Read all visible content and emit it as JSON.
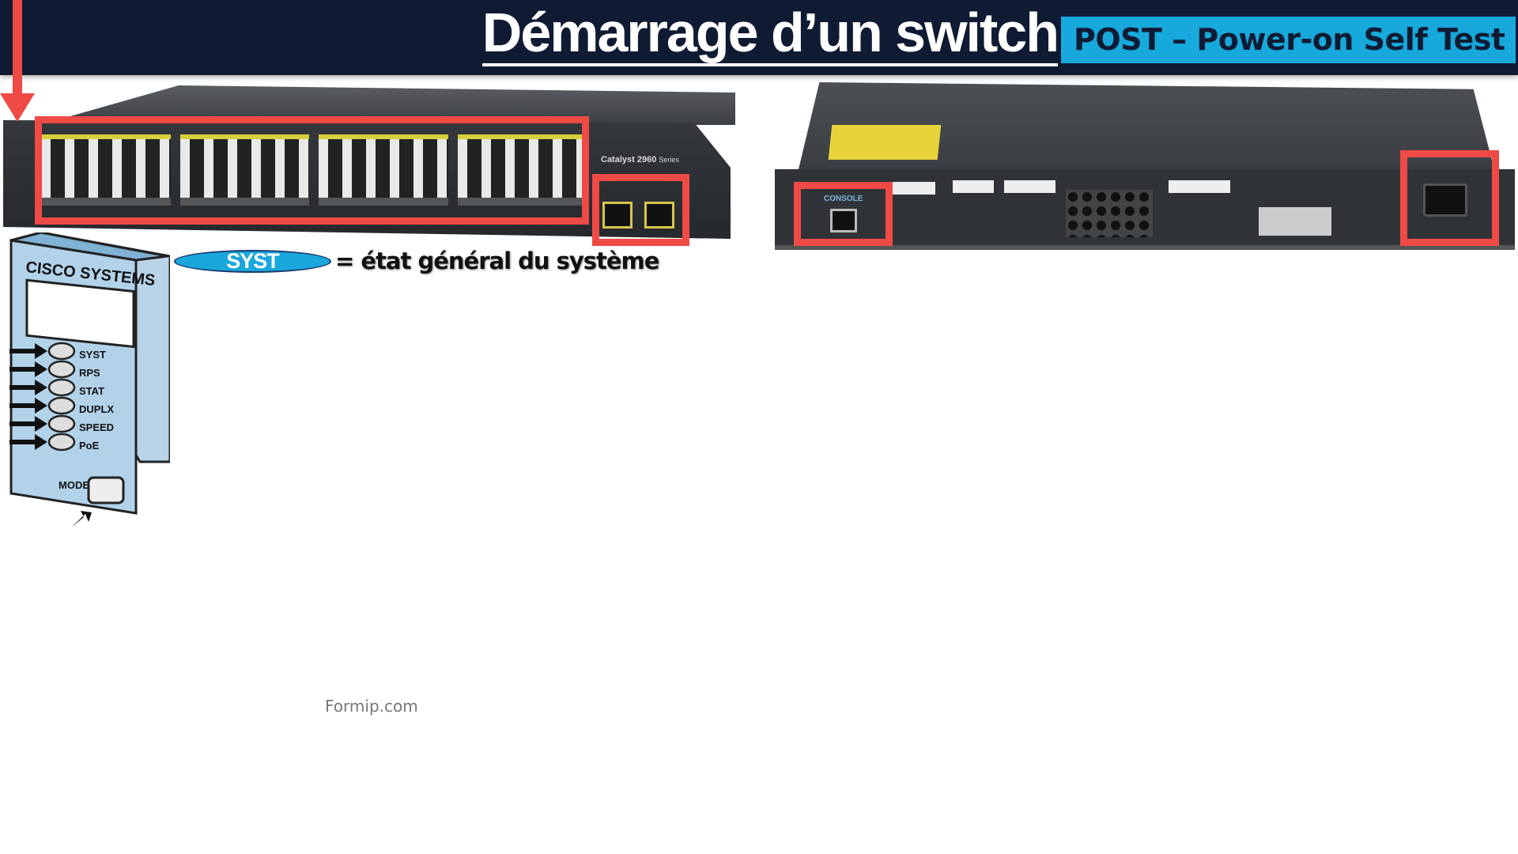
{
  "header": {
    "title": "Démarrage d’un switch",
    "subtitle": "POST – Power-on Self Test",
    "background_color": "#0f1b33",
    "subtitle_color": "#17a9dc"
  },
  "front_switch": {
    "model_label": "Catalyst 2960",
    "series_label": "Series",
    "highlight_color": "#ef4a45"
  },
  "rear_switch": {
    "console_label": "CONSOLE"
  },
  "led_panel": {
    "brand": "CISCO SYSTEMS",
    "leds": [
      "SYST",
      "RPS",
      "STAT",
      "DUPLX",
      "SPEED",
      "PoE"
    ],
    "mode_label": "MODE"
  },
  "legend": {
    "led_name": "SYST",
    "description": "= état général du système"
  },
  "footer": {
    "watermark": "Formip.com"
  }
}
